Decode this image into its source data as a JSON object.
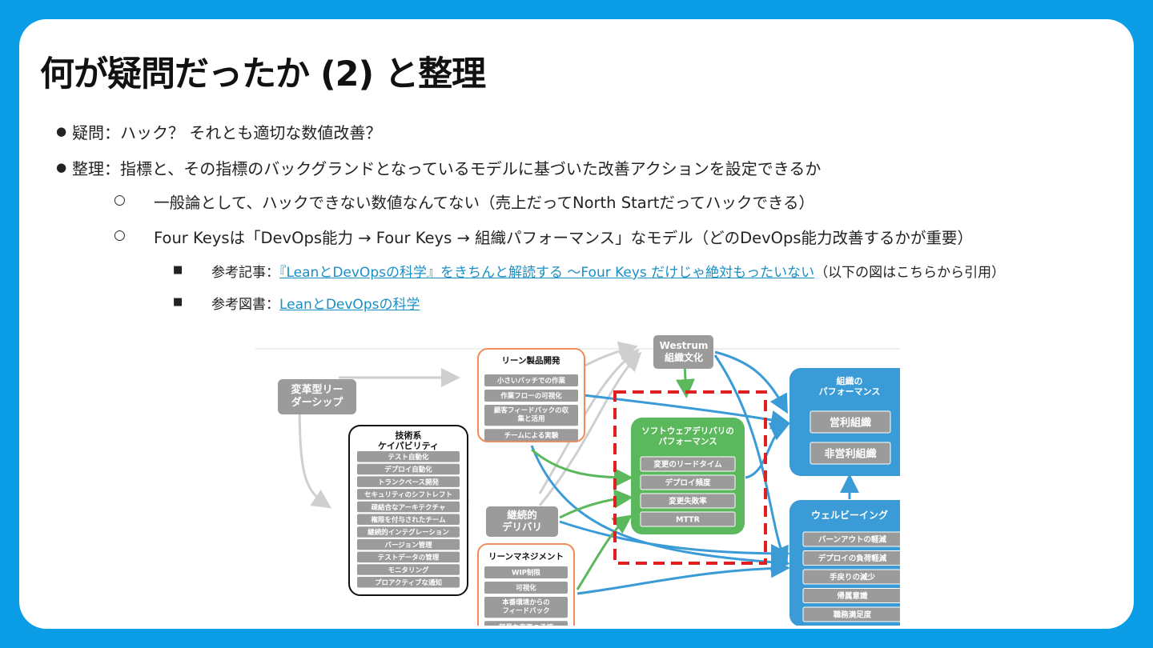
{
  "title": "何が疑問だったか (2) と整理",
  "bullets": {
    "b1": "疑問：ハック？ それとも適切な数値改善？",
    "b2": "整理：指標と、その指標のバックグランドとなっているモデルに基づいた改善アクションを設定できるか",
    "b2_1": "一般論として、ハックできない数値なんてない（売上だってNorth Startだってハックできる）",
    "b2_2": "Four Keysは「DevOps能力 → Four Keys → 組織パフォーマンス」なモデル（どのDevOps能力改善するかが重要）",
    "ref1_label": "参考記事：",
    "ref1_link": "『LeanとDevOpsの科学』をきちんと解読する 〜Four Keys だけじゃ絶対もったいない",
    "ref1_note": "（以下の図はこちらから引用）",
    "ref2_label": "参考図書：",
    "ref2_link": "LeanとDevOpsの科学",
    "marker_circle": "●",
    "marker_ring": "○",
    "marker_square": "■"
  },
  "diagram": {
    "transform": "変革型リー\nダーシップ",
    "tech_title": "技術系\nケイパビリティ",
    "tech_items": [
      "テスト自動化",
      "デプロイ自動化",
      "トランクベース開発",
      "セキュリティのシフトレフト",
      "疎結合なアーキテクチャ",
      "権限を付与されたチーム",
      "継続的インテグレーション",
      "バージョン管理",
      "テストデータの管理",
      "モニタリング",
      "プロアクティブな通知"
    ],
    "lean_dev_title": "リーン製品開発",
    "lean_dev_items": [
      "小さいバッチでの作業",
      "作業フローの可視化",
      "顧客フィードバックの収\n集と活用",
      "チームによる実験"
    ],
    "cd": "継続的\nデリバリ",
    "lean_mgmt_title": "リーンマネジメント",
    "lean_mgmt_items": [
      "WIP制限",
      "可視化",
      "本番環境からの\nフィードバック",
      "軽量な変更の承認"
    ],
    "westrum": "Westrum\n組織文化",
    "sdp_title": "ソフトウェアデリバリの\nパフォーマンス",
    "sdp_items": [
      "変更のリードタイム",
      "デプロイ頻度",
      "変更失敗率",
      "MTTR"
    ],
    "org_title": "組織の\nパフォーマンス",
    "org_items": [
      "営利組織",
      "非営利組織"
    ],
    "wb_title": "ウェルビーイング",
    "wb_items": [
      "バーンアウトの軽減",
      "デプロイの負荷軽減",
      "手戻りの減少",
      "帰属意識",
      "職務満足度"
    ],
    "colors": {
      "blue": "#3a9bd6",
      "green": "#5cb85c",
      "orange": "#ef8c5a",
      "gray": "#9b9b9b",
      "red": "#e02020"
    }
  }
}
